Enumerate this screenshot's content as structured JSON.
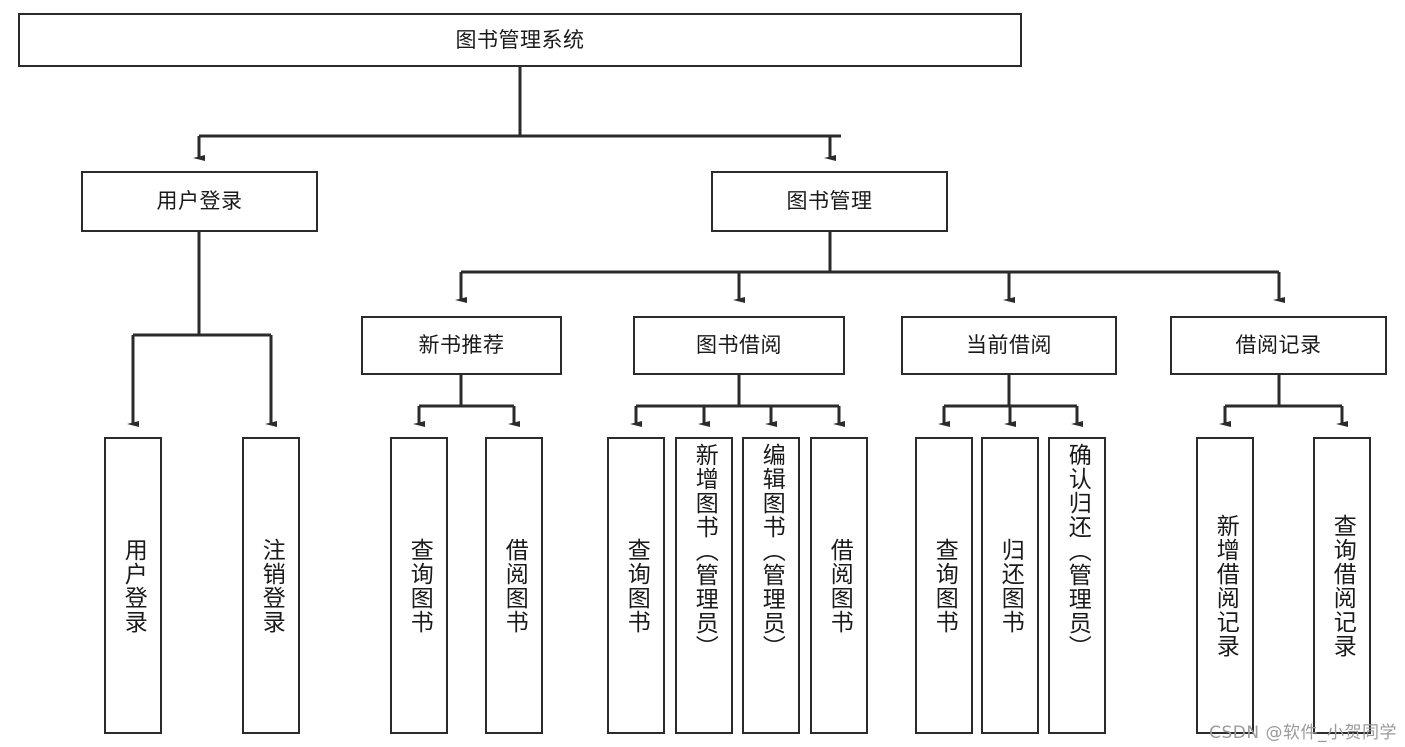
{
  "diagram": {
    "title": "图书管理系统",
    "type": "hierarchy-tree",
    "root": {
      "label": "图书管理系统"
    },
    "level2": [
      {
        "label": "用户登录"
      },
      {
        "label": "图书管理"
      }
    ],
    "level3": [
      {
        "label": "新书推荐"
      },
      {
        "label": "图书借阅"
      },
      {
        "label": "当前借阅"
      },
      {
        "label": "借阅记录"
      }
    ],
    "leaves": {
      "user_login": [
        {
          "label": "用户登录"
        },
        {
          "label": "注销登录"
        }
      ],
      "new_book_recommend": [
        {
          "label": "查询图书"
        },
        {
          "label": "借阅图书"
        }
      ],
      "book_borrow": [
        {
          "label": "查询图书"
        },
        {
          "label": "新增图书（管理员）"
        },
        {
          "label": "编辑图书（管理员）"
        },
        {
          "label": "借阅图书"
        }
      ],
      "current_borrow": [
        {
          "label": "查询图书"
        },
        {
          "label": "归还图书"
        },
        {
          "label": "确认归还（管理员）"
        }
      ],
      "borrow_record": [
        {
          "label": "新增借阅记录"
        },
        {
          "label": "查询借阅记录"
        }
      ]
    }
  },
  "watermark": {
    "text": "CSDN @软件_小贺同学"
  },
  "colors": {
    "stroke": "#2b2b2b",
    "fill": "#ffffff",
    "text": "#1a1a1a",
    "watermark": "#9b9b9b"
  }
}
